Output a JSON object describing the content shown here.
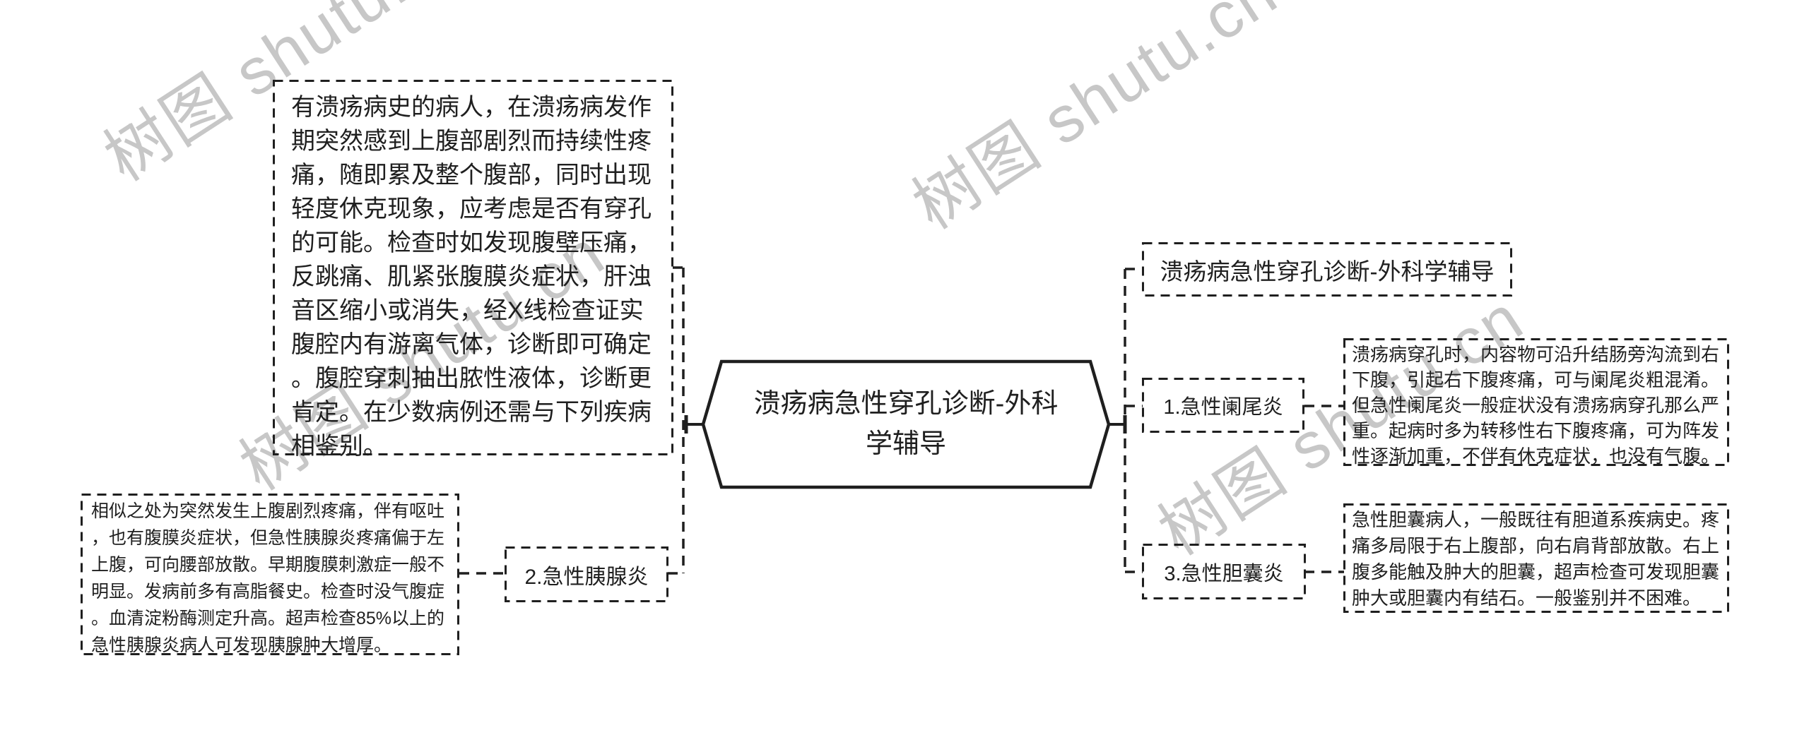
{
  "page": {
    "background": "#ffffff",
    "line_color": "#1f1f1f",
    "watermark_color": "#c7c7c7"
  },
  "watermark": {
    "text": "树图 shutu.cn"
  },
  "center": {
    "label": "溃疡病急性穿孔诊断-外科学辅导"
  },
  "left_branch": {
    "overview_text": "有溃疡病史的病人，在溃疡病发作期突然感到上腹部剧烈而持续性疼痛，随即累及整个腹部，同时出现轻度休克现象，应考虑是否有穿孔的可能。检查时如发现腹壁压痛，反跳痛、肌紧张腹膜炎症状，肝浊音区缩小或消失，经X线检查证实腹腔内有游离气体，诊断即可确定。腹腔穿刺抽出脓性液体，诊断更肯定。在少数病例还需与下列疾病相鉴别。",
    "pancreatitis": {
      "label": "2.急性胰腺炎",
      "description": "相似之处为突然发生上腹剧烈疼痛，伴有呕吐，也有腹膜炎症状，但急性胰腺炎疼痛偏于左上腹，可向腰部放散。早期腹膜刺激症一般不明显。发病前多有高脂餐史。检查时没气腹症。血清淀粉酶测定升高。超声检查85%以上的急性胰腺炎病人可发现胰腺肿大增厚。"
    }
  },
  "right_branch": {
    "main": {
      "label": "溃疡病急性穿孔诊断-外科学辅导"
    },
    "appendicitis": {
      "label": "1.急性阑尾炎",
      "description": "溃疡病穿孔时，内容物可沿升结肠旁沟流到右下腹，引起右下腹疼痛，可与阑尾炎粗混淆。但急性阑尾炎一般症状没有溃疡病穿孔那么严重。起病时多为转移性右下腹疼痛，可为阵发性逐渐加重，不伴有休克症状，也没有气腹。"
    },
    "cholecystitis": {
      "label": "3.急性胆囊炎",
      "description": "急性胆囊病人，一般既往有胆道系疾病史。疼痛多局限于右上腹部，向右肩背部放散。右上腹多能触及肿大的胆囊，超声检查可发现胆囊肿大或胆囊内有结石。一般鉴别并不困难。"
    }
  }
}
